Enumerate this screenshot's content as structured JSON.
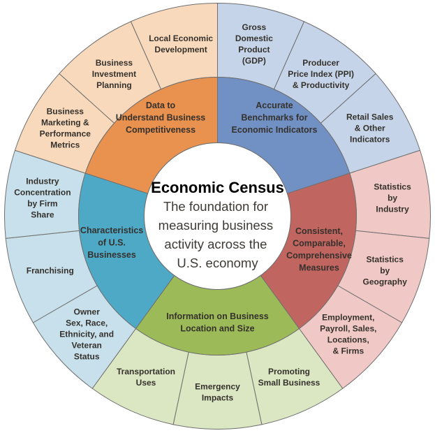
{
  "center": {
    "title": "Economic Census",
    "subtitle_lines": [
      "The foundation for",
      "measuring business",
      "activity across the",
      "U.S. economy"
    ]
  },
  "colors": {
    "inner_blue": "#7191c4",
    "inner_red": "#c16560",
    "inner_green": "#9cba58",
    "inner_teal": "#4ea9c7",
    "inner_orange": "#e9914e",
    "outer_blue": "#c5d4e9",
    "outer_pink": "#f0c9c7",
    "outer_green": "#dbe6c2",
    "outer_cyan": "#c7e0eb",
    "outer_peach": "#f8d9bb",
    "outline": "#6f6f6f"
  },
  "inner_segments": [
    {
      "label_lines": [
        "Accurate",
        "Benchmarks for",
        "Economic Indicators"
      ],
      "color": "#7191c4"
    },
    {
      "label_lines": [
        "Consistent,",
        "Comparable,",
        "Comprehensive",
        "Measures"
      ],
      "color": "#c16560"
    },
    {
      "label_lines": [
        "Information on Business",
        "Location and Size"
      ],
      "color": "#9cba58"
    },
    {
      "label_lines": [
        "Characteristics",
        "of U.S.",
        "Businesses"
      ],
      "color": "#4ea9c7"
    },
    {
      "label_lines": [
        "Data to",
        "Understand Business",
        "Competitiveness"
      ],
      "color": "#e9914e"
    }
  ],
  "outer_segments": [
    {
      "label_lines": [
        "Gross",
        "Domestic",
        "Product",
        "(GDP)"
      ],
      "color": "#c5d4e9"
    },
    {
      "label_lines": [
        "Producer",
        "Price Index (PPI)",
        "& Productivity"
      ],
      "color": "#c5d4e9"
    },
    {
      "label_lines": [
        "Retail Sales",
        "& Other",
        "Indicators"
      ],
      "color": "#c5d4e9"
    },
    {
      "label_lines": [
        "Statistics",
        "by",
        "Industry"
      ],
      "color": "#f0c9c7"
    },
    {
      "label_lines": [
        "Statistics",
        "by",
        "Geography"
      ],
      "color": "#f0c9c7"
    },
    {
      "label_lines": [
        "Employment,",
        "Payroll, Sales,",
        "Locations,",
        "& Firms"
      ],
      "color": "#f0c9c7"
    },
    {
      "label_lines": [
        "Promoting",
        "Small Business"
      ],
      "color": "#dbe6c2"
    },
    {
      "label_lines": [
        "Emergency",
        "Impacts"
      ],
      "color": "#dbe6c2"
    },
    {
      "label_lines": [
        "Transportation",
        "Uses"
      ],
      "color": "#dbe6c2"
    },
    {
      "label_lines": [
        "Owner",
        "Sex, Race,",
        "Ethnicity, and",
        "Veteran",
        "Status"
      ],
      "color": "#c7e0eb"
    },
    {
      "label_lines": [
        "Franchising"
      ],
      "color": "#c7e0eb"
    },
    {
      "label_lines": [
        "Industry",
        "Concentration",
        "by Firm",
        "Share"
      ],
      "color": "#c7e0eb"
    },
    {
      "label_lines": [
        "Business",
        "Marketing &",
        "Performance",
        "Metrics"
      ],
      "color": "#f8d9bb"
    },
    {
      "label_lines": [
        "Business",
        "Investment",
        "Planning"
      ],
      "color": "#f8d9bb"
    },
    {
      "label_lines": [
        "Local Economic",
        "Development"
      ],
      "color": "#f8d9bb"
    }
  ]
}
